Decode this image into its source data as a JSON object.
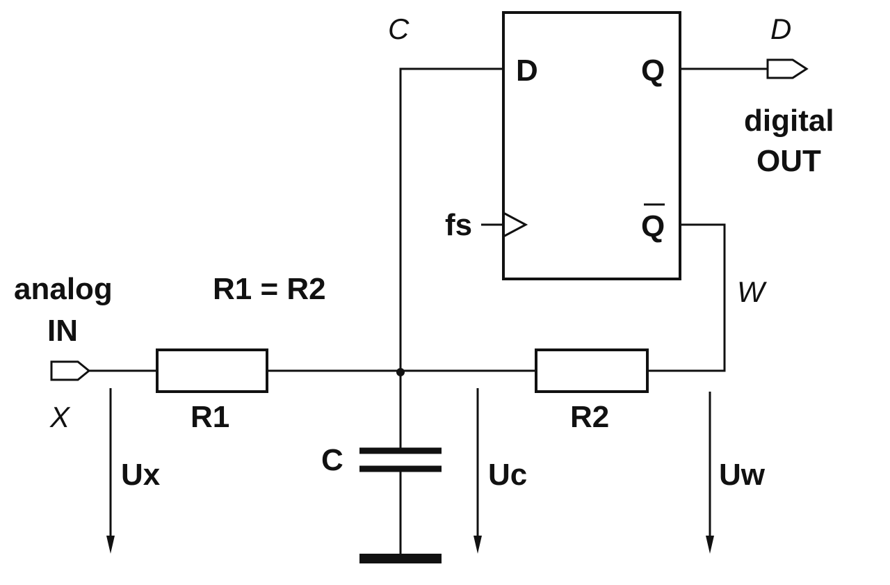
{
  "labels": {
    "node_c": "C",
    "node_d": "D",
    "node_w": "W",
    "node_x": "X",
    "ff_d": "D",
    "ff_q": "Q",
    "ff_qbar": "Q",
    "ff_clock": "fs",
    "digital_line1": "digital",
    "digital_line2": "OUT",
    "analog_line1": "analog",
    "analog_line2": "IN",
    "equation": "R1 = R2",
    "r1": "R1",
    "r2": "R2",
    "cap": "C",
    "ux": "Ux",
    "uc": "Uc",
    "uw": "Uw"
  }
}
